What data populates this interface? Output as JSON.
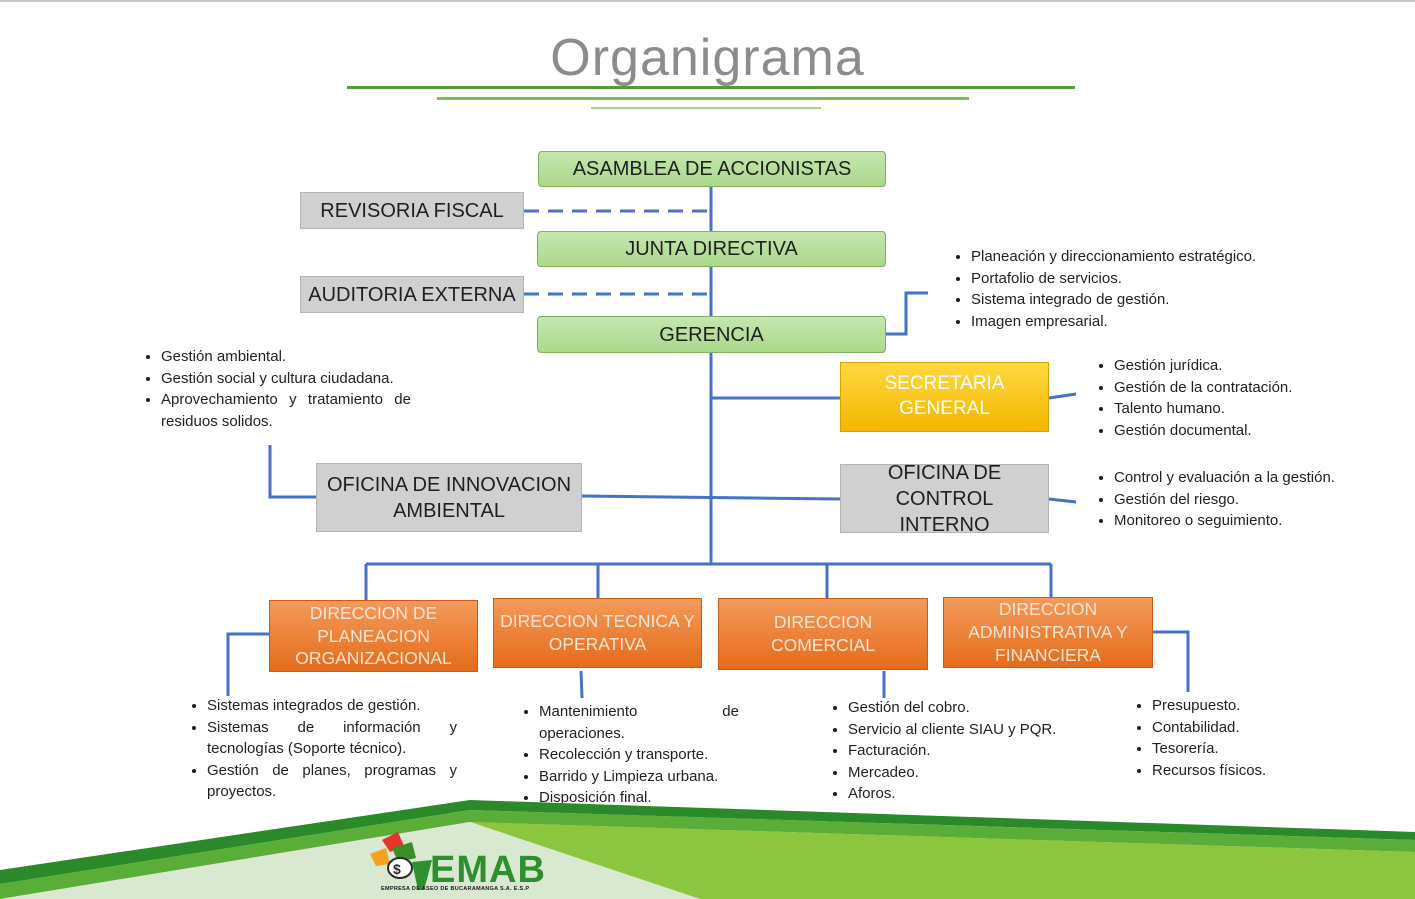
{
  "title": "Organigrama",
  "colors": {
    "accent_green": "#5b9a3c",
    "connector_blue": "#4472c4",
    "box_green": "#a9d98a",
    "box_gray": "#d0d0d0",
    "box_yellow": "#f3b700",
    "box_orange": "#e46c1b"
  },
  "nodes": {
    "asamblea": "ASAMBLEA DE ACCIONISTAS",
    "revisoria": "REVISORIA FISCAL",
    "junta": "JUNTA DIRECTIVA",
    "auditoria": "AUDITORIA EXTERNA",
    "gerencia": "GERENCIA",
    "secretaria": "SECRETARIA GENERAL",
    "innovacion": "OFICINA DE INNOVACION AMBIENTAL",
    "control": "OFICINA DE CONTROL INTERNO",
    "dir_planeacion": "DIRECCION DE PLANEACION ORGANIZACIONAL",
    "dir_tecnica": "DIRECCION TECNICA Y OPERATIVA",
    "dir_comercial": "DIRECCION COMERCIAL",
    "dir_administrativa": "DIRECCION ADMINISTRATIVA Y FINANCIERA"
  },
  "lists": {
    "gerencia": [
      "Planeación y direccionamiento estratégico.",
      "Portafolio de servicios.",
      "Sistema integrado de gestión.",
      "Imagen empresarial."
    ],
    "innovacion": [
      "Gestión ambiental.",
      "Gestión social y cultura ciudadana.",
      "Aprovechamiento y tratamiento de residuos solidos."
    ],
    "secretaria": [
      "Gestión jurídica.",
      "Gestión de la contratación.",
      "Talento humano.",
      "Gestión documental."
    ],
    "control": [
      "Control y evaluación a la gestión.",
      "Gestión del riesgo.",
      "Monitoreo o seguimiento."
    ],
    "planeacion": [
      "Sistemas integrados de gestión.",
      "Sistemas de información y tecnologías (Soporte técnico).",
      "Gestión de planes, programas y proyectos."
    ],
    "tecnica": [
      "Mantenimiento de operaciones.",
      "Recolección y transporte.",
      "Barrido y Limpieza urbana.",
      "Disposición final."
    ],
    "comercial": [
      "Gestión del cobro.",
      "Servicio al cliente SIAU y PQR.",
      "Facturación.",
      "Mercadeo.",
      "Aforos."
    ],
    "administrativa": [
      "Presupuesto.",
      "Contabilidad.",
      "Tesorería.",
      "Recursos físicos."
    ]
  },
  "logo": {
    "name": "EMAB",
    "tagline": "EMPRESA DE ASEO DE BUCARAMANGA S.A. E.S.P"
  }
}
